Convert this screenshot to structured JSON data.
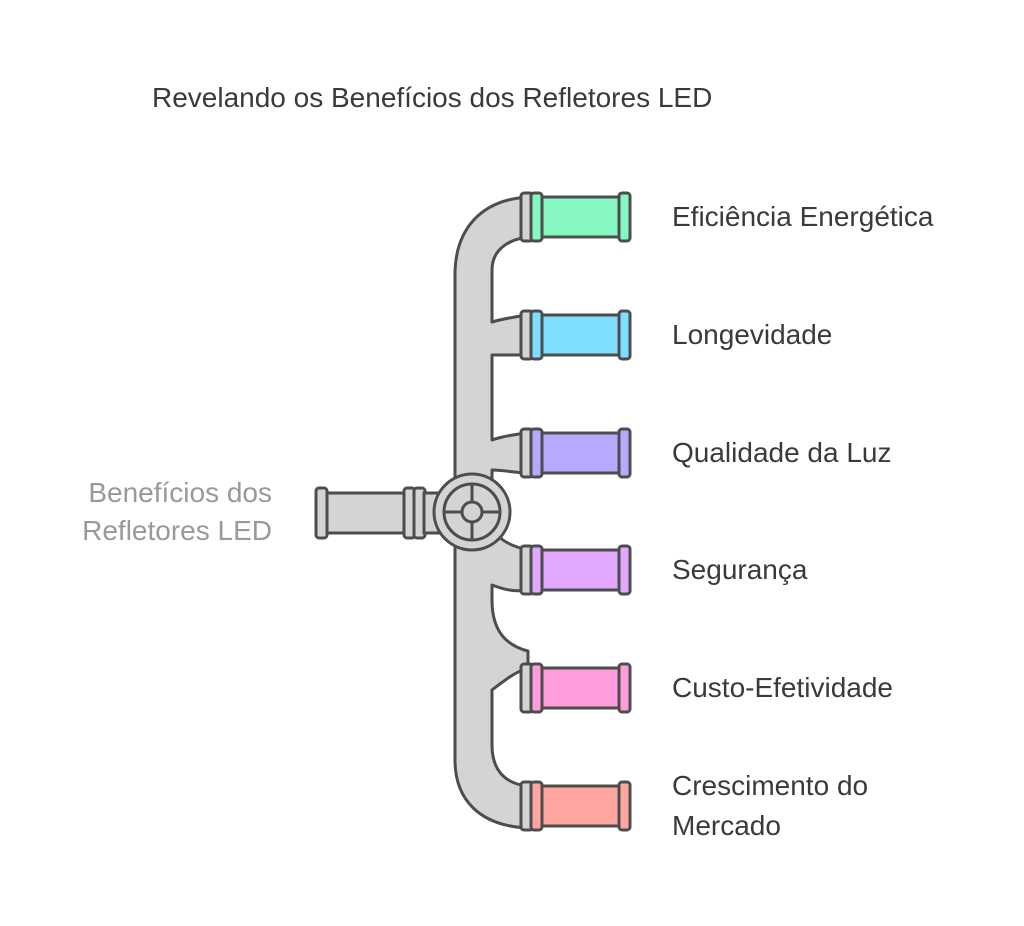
{
  "title": "Revelando os Benefícios dos Refletores LED",
  "input": {
    "label": "Benefícios dos Refletores LED",
    "color": "#d9d9d9"
  },
  "outputs": [
    {
      "label": "Eficiência Energética",
      "color": "#86f7c1"
    },
    {
      "label": "Longevidade",
      "color": "#7fdeff"
    },
    {
      "label": "Qualidade da Luz",
      "color": "#b8a9ff"
    },
    {
      "label": "Segurança",
      "color": "#e2a8ff"
    },
    {
      "label": "Custo-Efetividade",
      "color": "#ff9ddc"
    },
    {
      "label": "Crescimento do Mercado",
      "color": "#ffa6a0"
    }
  ],
  "style": {
    "stroke": "#4d4d4d",
    "pipe": "#d4d4d4"
  }
}
